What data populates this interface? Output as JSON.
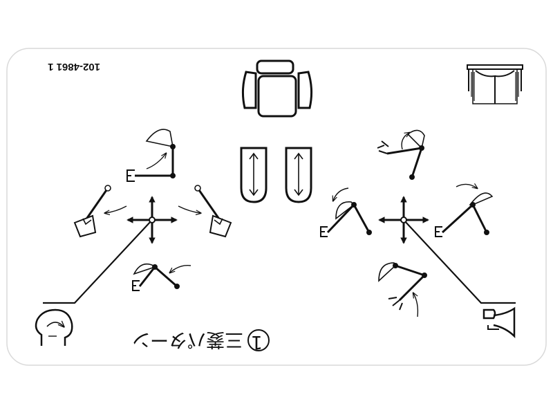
{
  "decal": {
    "part_number": "102-4861 1",
    "badge_number": "1",
    "pattern_label": "三菱パターン",
    "orientation": "upside-down",
    "colors": {
      "background": "#ffffff",
      "ink": "#111111",
      "border": "#dddddd"
    }
  },
  "icons": [
    "operator-manual-book-icon",
    "operator-seat-icon",
    "travel-lever-left-icon",
    "travel-lever-right-icon",
    "left-control-lever-cross-icon",
    "right-control-lever-cross-icon",
    "swing-left-icon",
    "swing-right-icon",
    "arm-out-icon",
    "arm-in-icon",
    "boom-up-icon",
    "boom-down-icon",
    "bucket-dump-icon",
    "bucket-curl-icon",
    "read-manual-head-icon",
    "horn-icon"
  ]
}
